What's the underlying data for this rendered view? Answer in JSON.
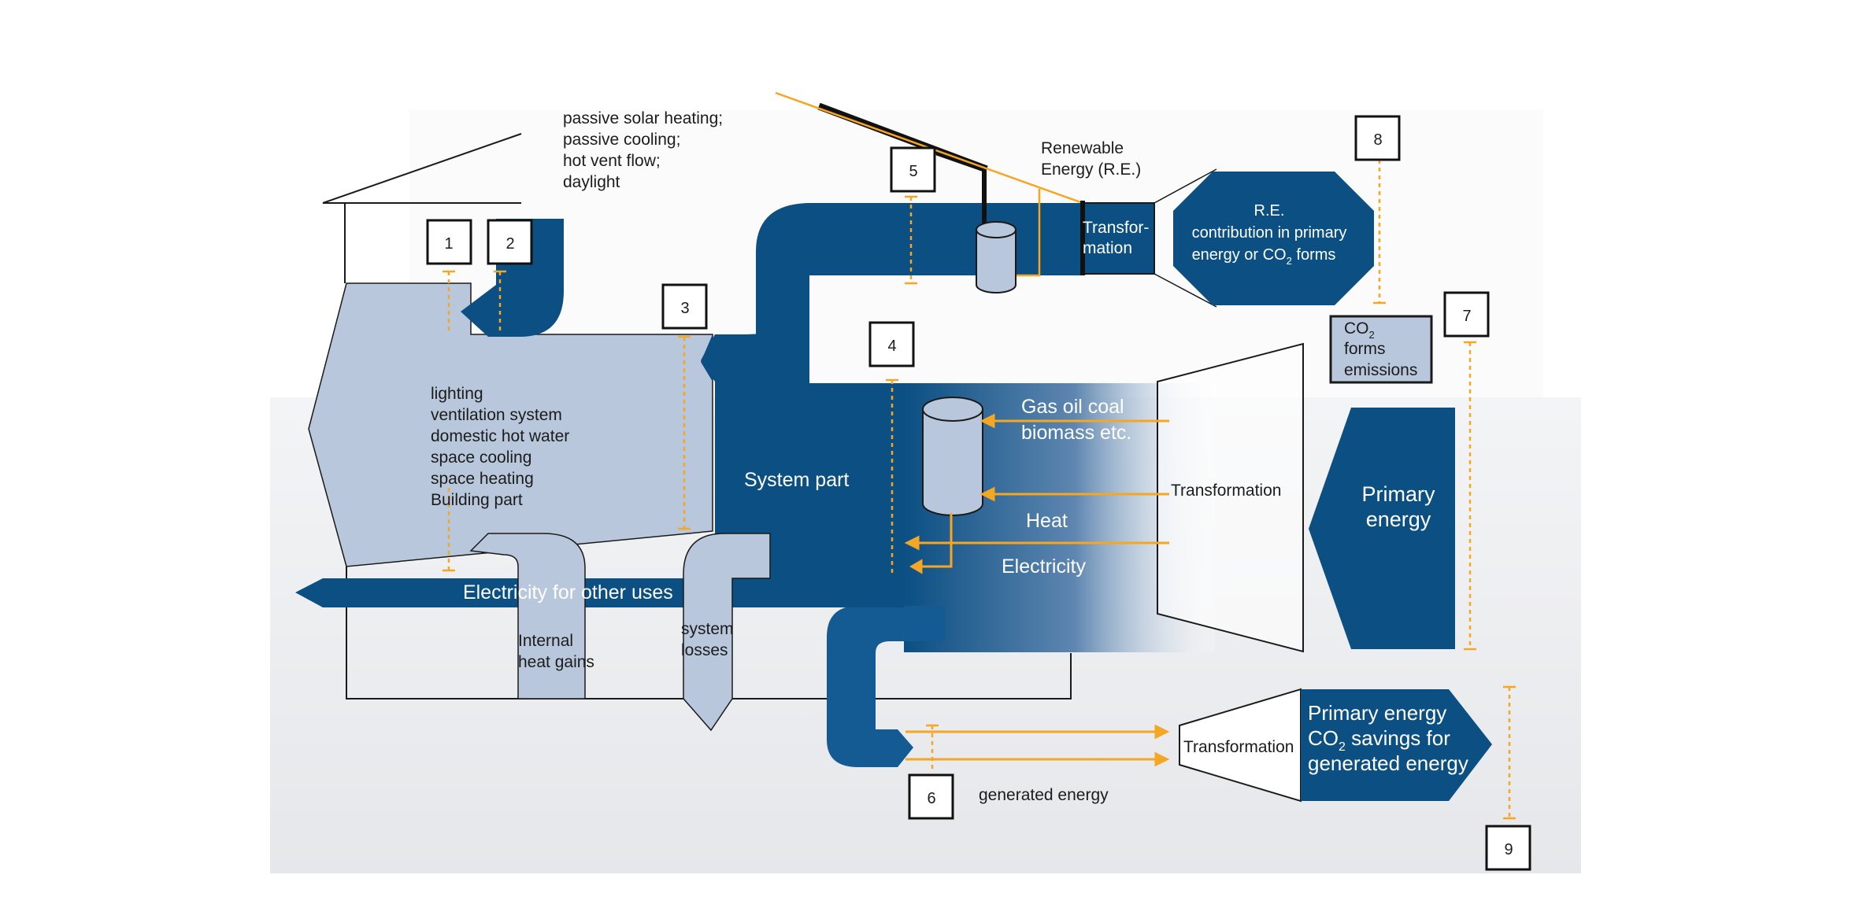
{
  "colors": {
    "dark_blue": "#0b4f83",
    "light_blue": "#b8c7db",
    "orange": "#f5a623",
    "gray_band": "#eeeff1",
    "outline": "#1a1a1a"
  },
  "passive_text": [
    "passive solar heating;",
    "passive cooling;",
    "hot vent flow;",
    "daylight"
  ],
  "renewable_label": [
    "Renewable",
    "Energy (R.E.)"
  ],
  "transformation_top": [
    "Transfor-",
    "mation"
  ],
  "re_contribution": [
    "R.E.",
    "contribution in primary",
    "energy or CO",
    "2",
    " forms"
  ],
  "co2_box": [
    "CO",
    "2",
    "forms",
    "emissions"
  ],
  "building_uses": [
    "lighting",
    "ventilation system",
    "domestic hot water",
    "space cooling",
    "space heating",
    "Building part"
  ],
  "system_part": "System part",
  "carriers": {
    "gas": [
      "Gas oil coal",
      "biomass etc."
    ],
    "heat": "Heat",
    "electricity": "Electricity"
  },
  "transformation_mid": "Transformation",
  "primary_energy": [
    "Primary",
    "energy"
  ],
  "electricity_other": "Electricity for other uses",
  "internal_heat_gains": [
    "Internal",
    "heat gains"
  ],
  "system_losses": [
    "system",
    "losses"
  ],
  "generated_energy": "generated energy",
  "transformation_bottom": "Transformation",
  "primary_savings": [
    "Primary energy",
    "CO",
    "2",
    " savings for",
    "generated energy"
  ],
  "markers": [
    "1",
    "2",
    "3",
    "4",
    "5",
    "6",
    "7",
    "8",
    "9"
  ]
}
